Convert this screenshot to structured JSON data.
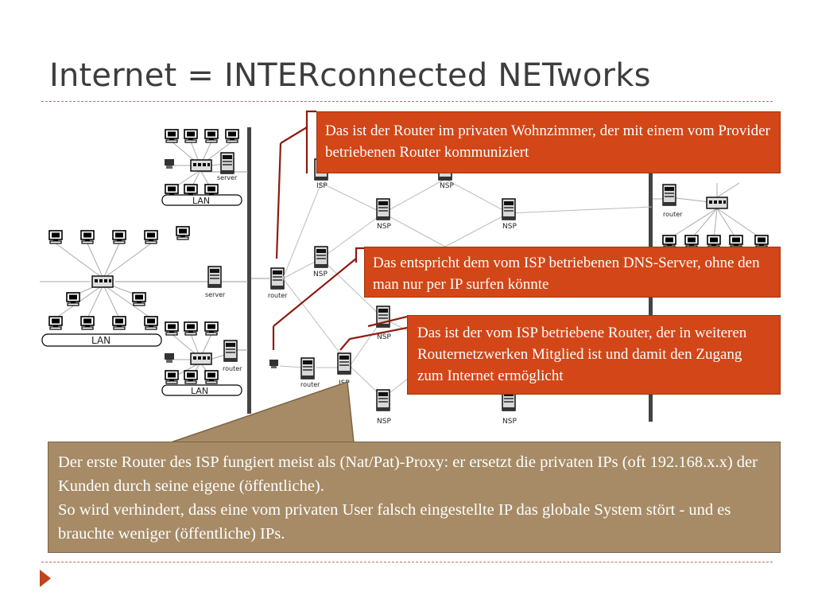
{
  "slide": {
    "title": "Internet = INTERconnected NETworks"
  },
  "diagram": {
    "labels": {
      "lan_top": "LAN",
      "lan_left": "LAN",
      "lan_bottom": "LAN",
      "server_top": "server",
      "server_mid": "server",
      "router_mid": "router",
      "router_bottom_lan": "router",
      "router_bottom": "router",
      "isp_top": "ISP",
      "isp_mid": "NSP",
      "isp_bottom": "ISP",
      "nsp_1": "NSP",
      "nsp_2": "NSP",
      "nsp_3": "NSP",
      "nsp_4": "NSP",
      "nsp_5": "NSP",
      "nsp_6": "NSP",
      "router_right": "router"
    }
  },
  "callouts": {
    "home_router": "Das ist der Router im privaten Wohnzimmer, der mit einem vom Provider betriebenen Router kommuniziert",
    "dns_server": "Das entspricht dem vom ISP betriebenen DNS-Server, ohne den man nur per IP surfen könnte",
    "isp_router": "Das ist der vom ISP betriebene Router, der in weiteren Routernetzwerken Mitglied ist und damit den Zugang zum Internet ermöglicht",
    "proxy_line1": "Der erste Router des ISP fungiert meist als (Nat/Pat)-Proxy: er ersetzt die privaten IPs (oft 192.168.x.x) der Kunden durch seine eigene (öffentliche).",
    "proxy_line2": "So wird verhindert, dass eine vom privaten User falsch eingestellte IP das globale System stört - und es brauchte weniger (öffentliche) IPs."
  },
  "colors": {
    "title": "#3d3d3d",
    "callout_red": "#d24618",
    "callout_brown": "#a68b66",
    "pointer_line": "#8b1c10",
    "accent_arrow": "#c1441b"
  },
  "icons": {
    "nav": "next-slide-arrow-icon"
  }
}
